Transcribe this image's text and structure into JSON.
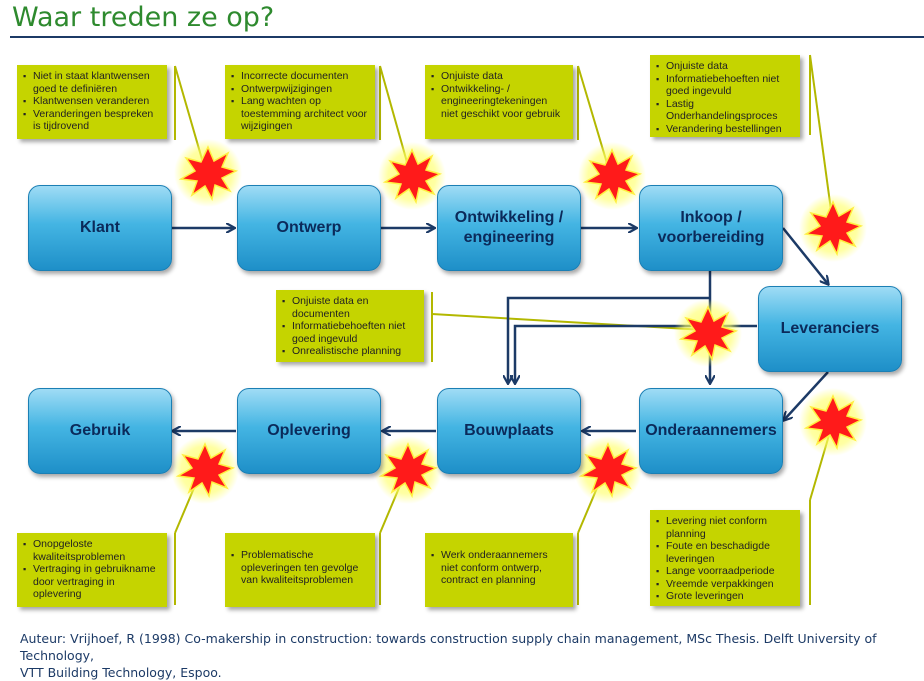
{
  "title": "Waar treden ze op?",
  "nodes": {
    "klant": "Klant",
    "ontwerp": "Ontwerp",
    "ontwikkeling_1": "Ontwikkeling /",
    "ontwikkeling_2": "engineering",
    "inkoop_1": "Inkoop /",
    "inkoop_2": "voorbereiding",
    "leveranciers": "Leveranciers",
    "gebruik": "Gebruik",
    "oplevering": "Oplevering",
    "bouwplaats": "Bouwplaats",
    "onderaannemers": "Onderaannemers"
  },
  "notes": {
    "klant": [
      "Niet in staat klantwensen goed te definiëren",
      "Klantwensen veranderen",
      "Veranderingen bespreken is tijdrovend"
    ],
    "ontwerp": [
      "Incorrecte documenten",
      "Ontwerpwijzigingen",
      "Lang wachten op toestemming architect voor wijzigingen"
    ],
    "ontwikkeling": [
      "Onjuiste data",
      "Ontwikkeling- / engineeringtekeningen niet geschikt voor gebruik"
    ],
    "inkoop": [
      "Onjuiste data",
      "Informatiebehoeften niet goed ingevuld",
      "Lastig Onderhandelingsproces",
      "Verandering bestellingen"
    ],
    "middle": [
      "Onjuiste data en documenten",
      "Informatiebehoeften niet goed ingevuld",
      "Onrealistische planning"
    ],
    "gebruik": [
      "Onopgeloste kwaliteitsproblemen",
      "Vertraging in gebruikname door vertraging in oplevering"
    ],
    "oplevering": [
      "Problematische opleveringen ten gevolge van kwaliteitsproblemen"
    ],
    "bouwplaats": [
      "Werk onderaannemers niet conform ontwerp, contract en planning"
    ],
    "leveranciers": [
      "Levering niet conform planning",
      "Foute en beschadigde leveringen",
      "Lange voorraadperiode",
      "Vreemde verpakkingen",
      "Grote leveringen"
    ]
  },
  "footer": {
    "line1": "Auteur: Vrijhoef, R (1998) Co-makership in construction: towards construction supply chain management, MSc Thesis. Delft University of Technology,",
    "line2": "VTT Building Technology, Espoo."
  },
  "colors": {
    "title": "#2e8a2e",
    "arrow": "#1c3a66",
    "note": "#c5d400",
    "node": "#44b5e3",
    "burst": "#ff1a1a",
    "burst_glow": "#ffff66"
  }
}
